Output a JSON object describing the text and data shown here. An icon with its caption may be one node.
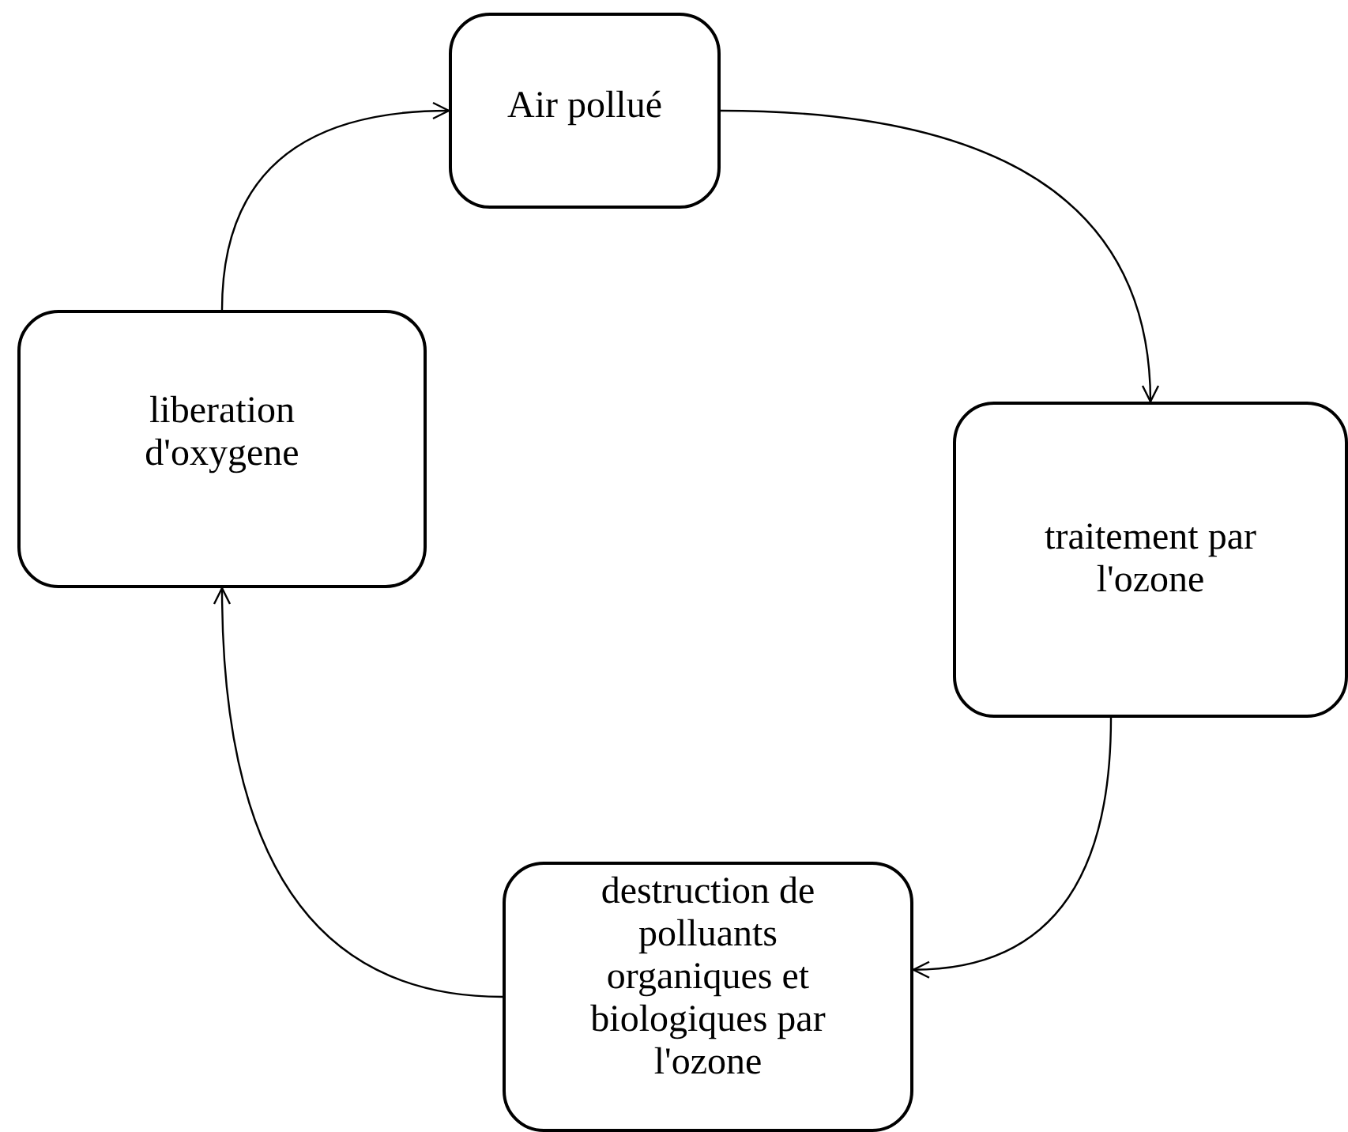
{
  "diagram": {
    "nodes": [
      {
        "text": [
          "Air pollué"
        ]
      },
      {
        "text": [
          "traitement par l'ozone"
        ]
      },
      {
        "text": [
          "destruction de polluants organiques et biologiques par l'ozone"
        ]
      },
      {
        "text": [
          "liberation d'oxygene"
        ]
      }
    ],
    "edges": [
      {
        "from": 0,
        "to": 1,
        "arrow": "to"
      },
      {
        "from": 1,
        "to": 2,
        "arrow": "to"
      },
      {
        "from": 2,
        "to": 3,
        "arrow": "to"
      },
      {
        "from": 3,
        "to": 0,
        "arrow": "to"
      }
    ]
  }
}
